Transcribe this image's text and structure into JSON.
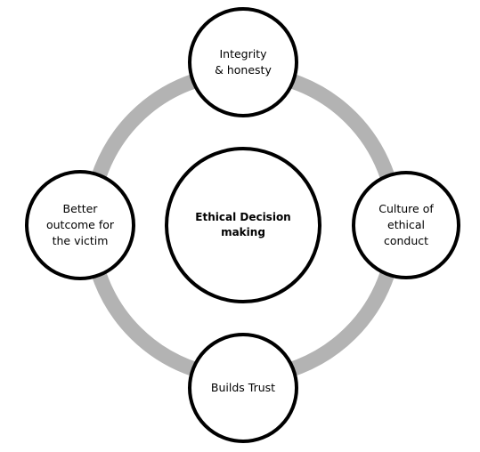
{
  "diagram": {
    "center": {
      "label": "Ethical Decision\nmaking"
    },
    "nodes": [
      {
        "label": "Integrity\n& honesty"
      },
      {
        "label": "Culture of\nethical\nconduct"
      },
      {
        "label": "Builds Trust"
      },
      {
        "label": "Better\noutcome for\nthe victim"
      }
    ]
  },
  "colors": {
    "ring": "#b3b3b3",
    "circle_stroke": "#000000",
    "circle_fill": "#ffffff",
    "text": "#000000"
  }
}
